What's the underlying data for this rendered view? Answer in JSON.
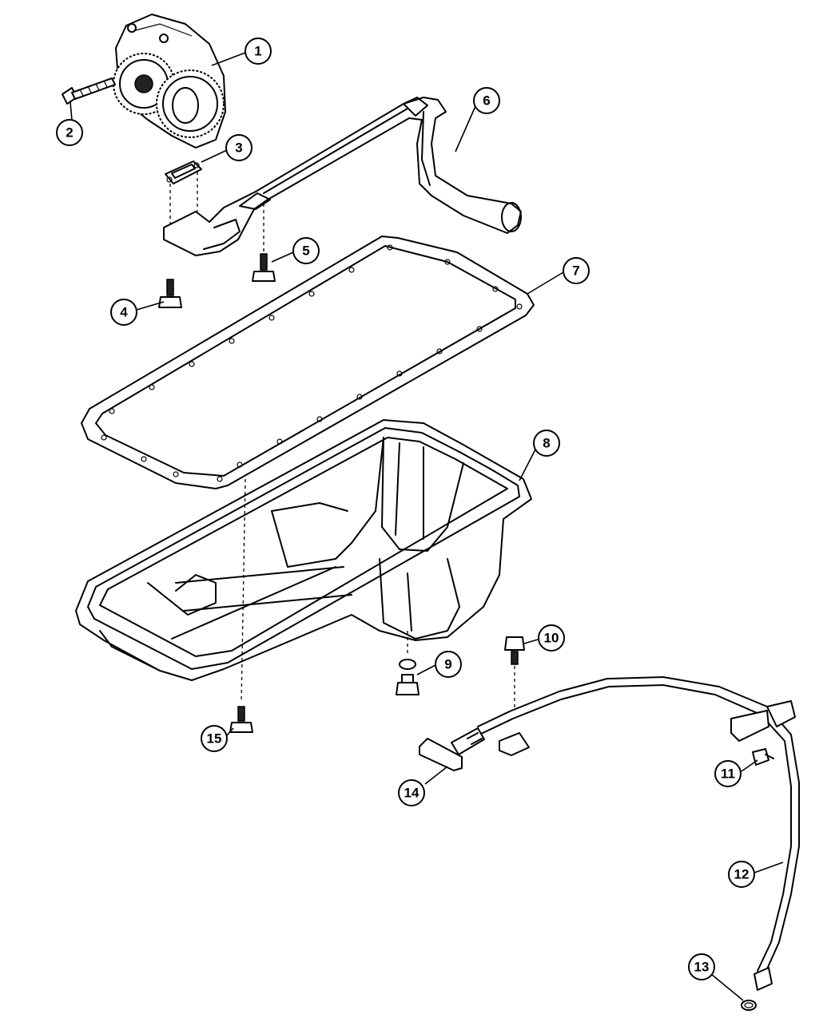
{
  "callouts": [
    {
      "number": "1",
      "part": "oil-pump"
    },
    {
      "number": "2",
      "part": "pump-bolt"
    },
    {
      "number": "3",
      "part": "pickup-tube-gasket"
    },
    {
      "number": "4",
      "part": "pickup-tube-bolt"
    },
    {
      "number": "5",
      "part": "pickup-tube-support-bolt"
    },
    {
      "number": "6",
      "part": "oil-pickup-tube"
    },
    {
      "number": "7",
      "part": "oil-pan-gasket"
    },
    {
      "number": "8",
      "part": "oil-pan"
    },
    {
      "number": "9",
      "part": "drain-plug"
    },
    {
      "number": "10",
      "part": "dipstick-tube-bolt"
    },
    {
      "number": "11",
      "part": "dipstick-tube-nut"
    },
    {
      "number": "12",
      "part": "dipstick-tube"
    },
    {
      "number": "13",
      "part": "dipstick-tube-o-ring"
    },
    {
      "number": "14",
      "part": "dipstick"
    },
    {
      "number": "15",
      "part": "oil-pan-bolt"
    }
  ]
}
